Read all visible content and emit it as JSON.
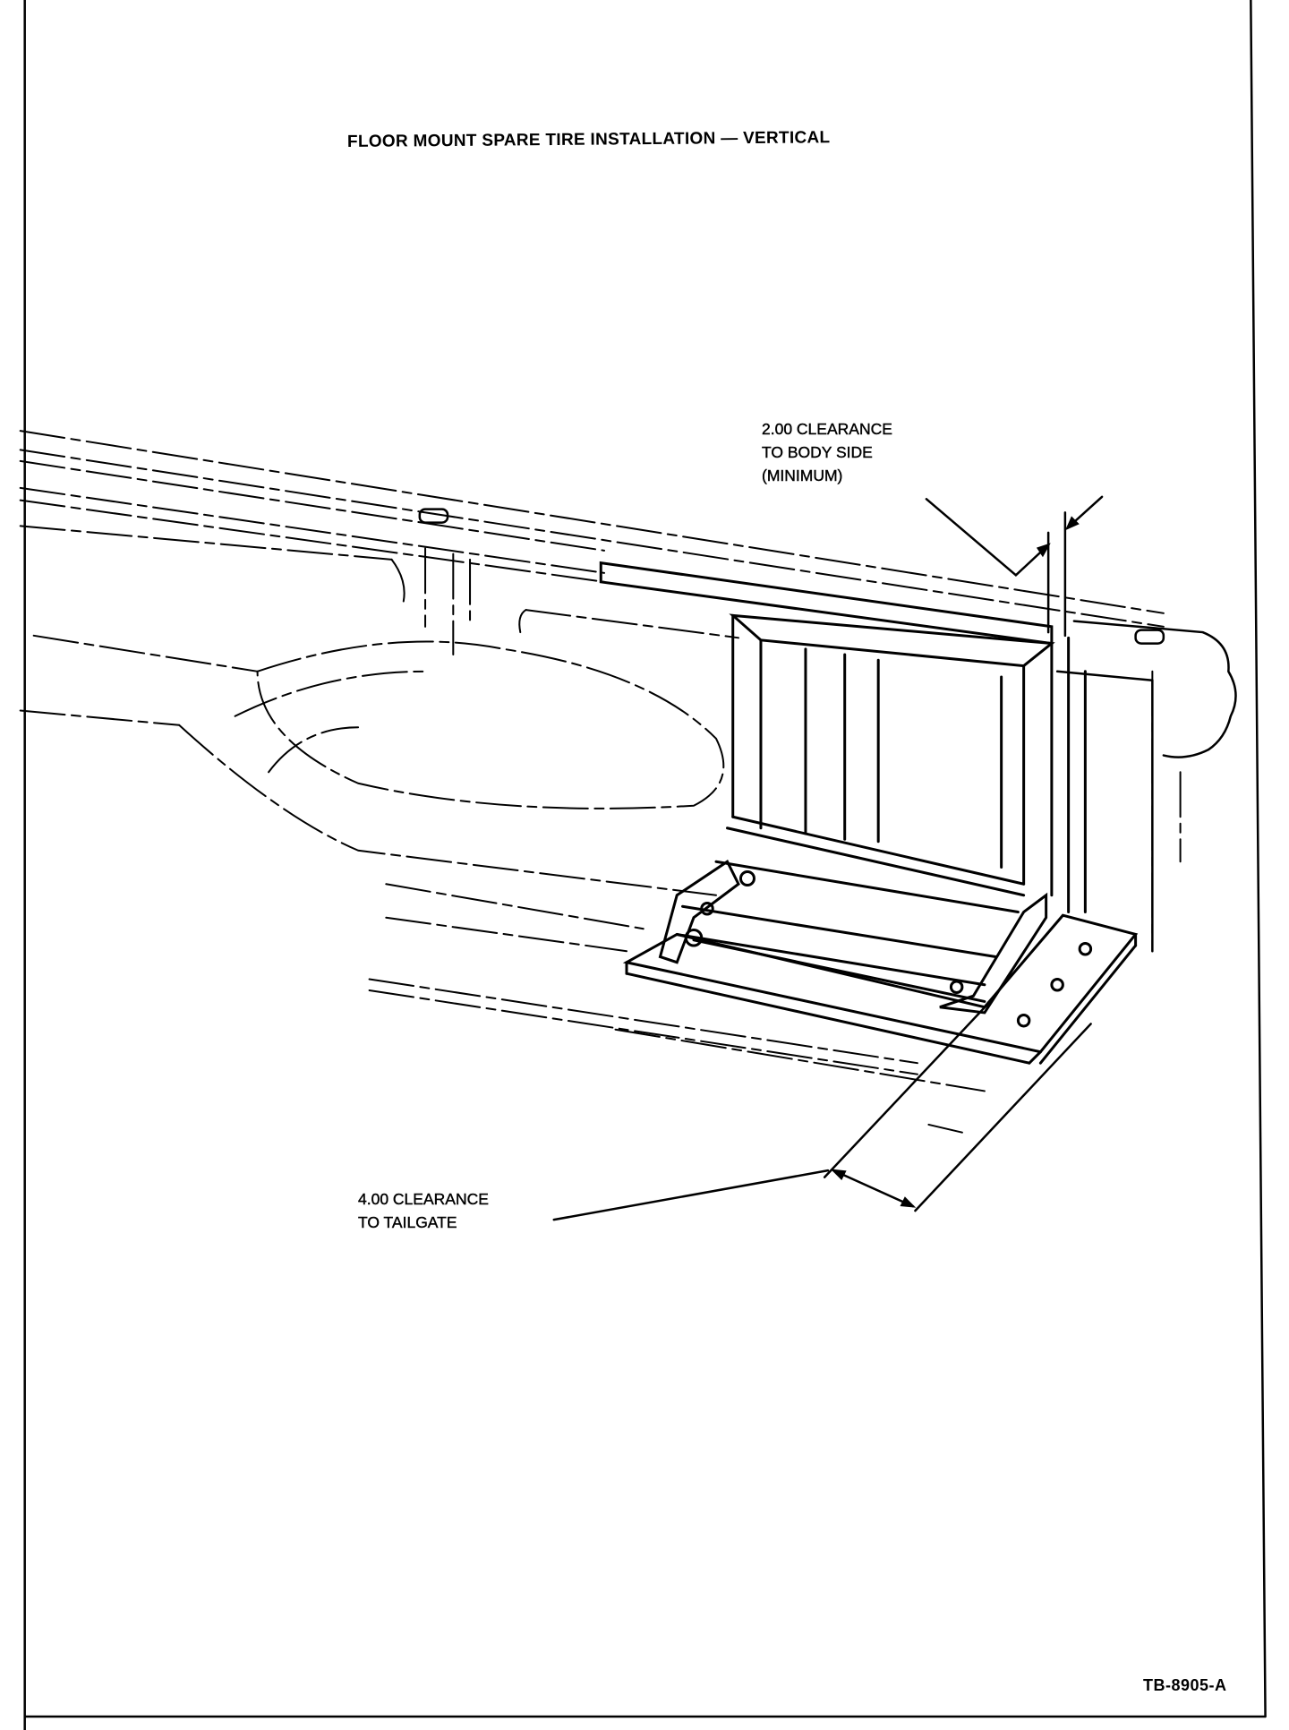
{
  "title": "FLOOR MOUNT SPARE TIRE INSTALLATION — VERTICAL",
  "callouts": {
    "body_side": [
      "2.00 CLEARANCE",
      "TO BODY SIDE",
      "(MINIMUM)"
    ],
    "tailgate": [
      "4.00 CLEARANCE",
      "TO TAILGATE"
    ]
  },
  "figure_number": "TB-8905-A"
}
